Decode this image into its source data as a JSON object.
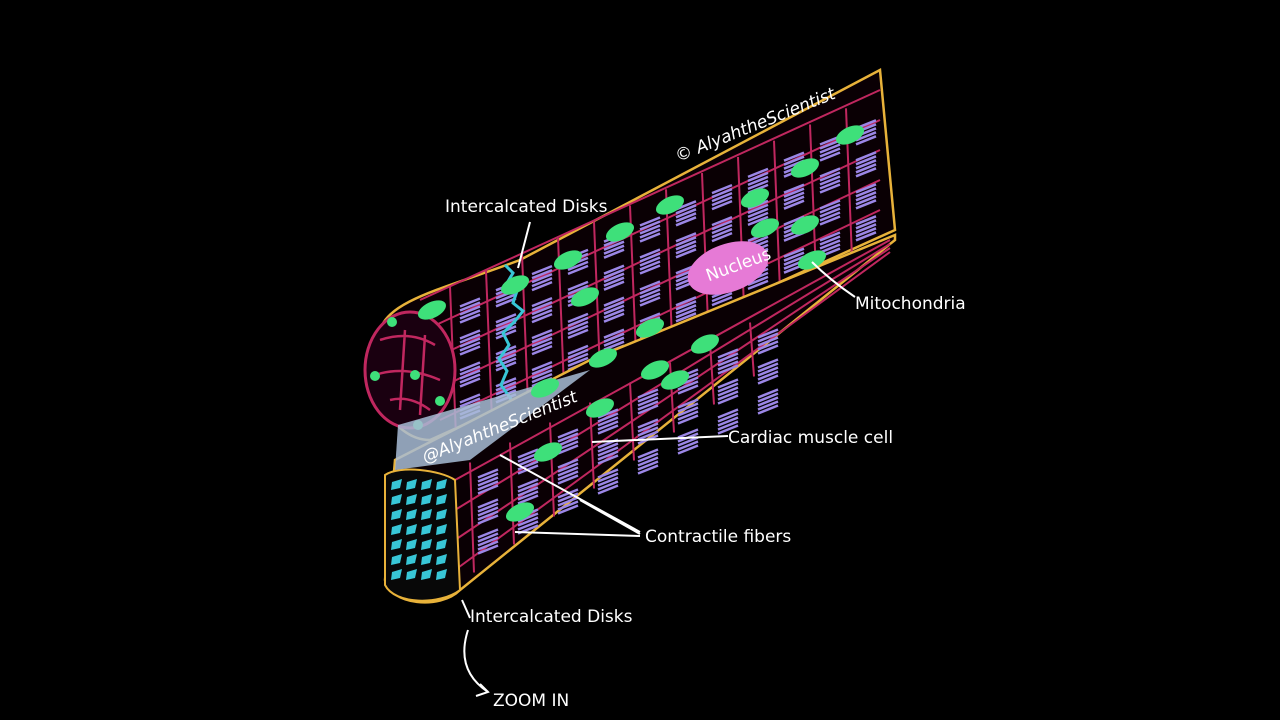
{
  "watermark_top": "© AlyahtheScientist",
  "watermark_mid": "@AlyahtheScientist",
  "labels": {
    "intercalated_top": "Intercalcated Disks",
    "intercalated_bottom": "Intercalcated Disks",
    "mitochondria": "Mitochondria",
    "nucleus": "Nucleus",
    "cardiac": "Cardiac muscle cell",
    "contractile": "Contractile fibers",
    "zoom": "ZOOM IN"
  },
  "colors": {
    "background": "#000000",
    "outline": "#e8b23a",
    "membrane": "#c0275f",
    "myofibril": "#9b86e6",
    "mitochondria": "#3ee07a",
    "nucleus": "#e67ad6",
    "disk": "#38c6d6",
    "gap": "#a8bcd6",
    "label": "#ffffff"
  }
}
